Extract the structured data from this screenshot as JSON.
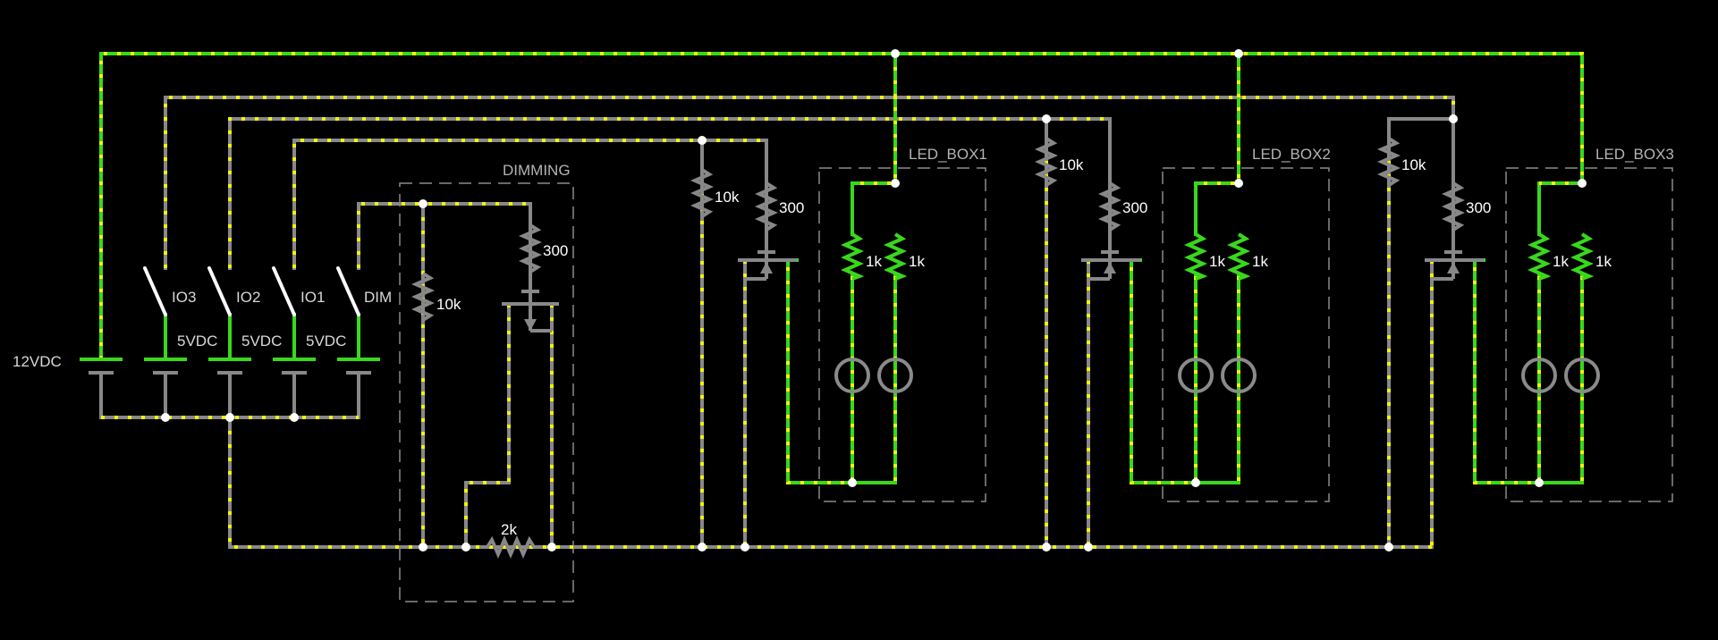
{
  "colors": {
    "background": "#000000",
    "wire_idle": "#888888",
    "wire_active": "#39d81c",
    "current_dots": "#f5f500",
    "label": "#d8d8d8",
    "box_border": "#8a8a8a"
  },
  "supply": {
    "main_label": "12VDC"
  },
  "sources": [
    {
      "label": "5VDC"
    },
    {
      "label": "5VDC"
    },
    {
      "label": "5VDC"
    }
  ],
  "switches": [
    {
      "label": "IO3",
      "state": "open"
    },
    {
      "label": "IO2",
      "state": "open"
    },
    {
      "label": "IO1",
      "state": "open"
    },
    {
      "label": "DIM",
      "state": "open"
    }
  ],
  "dimming": {
    "title": "DIMMING",
    "r_bias": "10k",
    "r_gate": "300",
    "r_pot": "2k"
  },
  "drivers": [
    {
      "r_bias": "10k",
      "r_gate": "300"
    },
    {
      "r_bias": "10k",
      "r_gate": "300"
    },
    {
      "r_bias": "10k",
      "r_gate": "300"
    }
  ],
  "led_boxes": [
    {
      "title": "LED_BOX1",
      "r_left": "1k",
      "r_right": "1k"
    },
    {
      "title": "LED_BOX2",
      "r_left": "1k",
      "r_right": "1k"
    },
    {
      "title": "LED_BOX3",
      "r_left": "1k",
      "r_right": "1k"
    }
  ]
}
